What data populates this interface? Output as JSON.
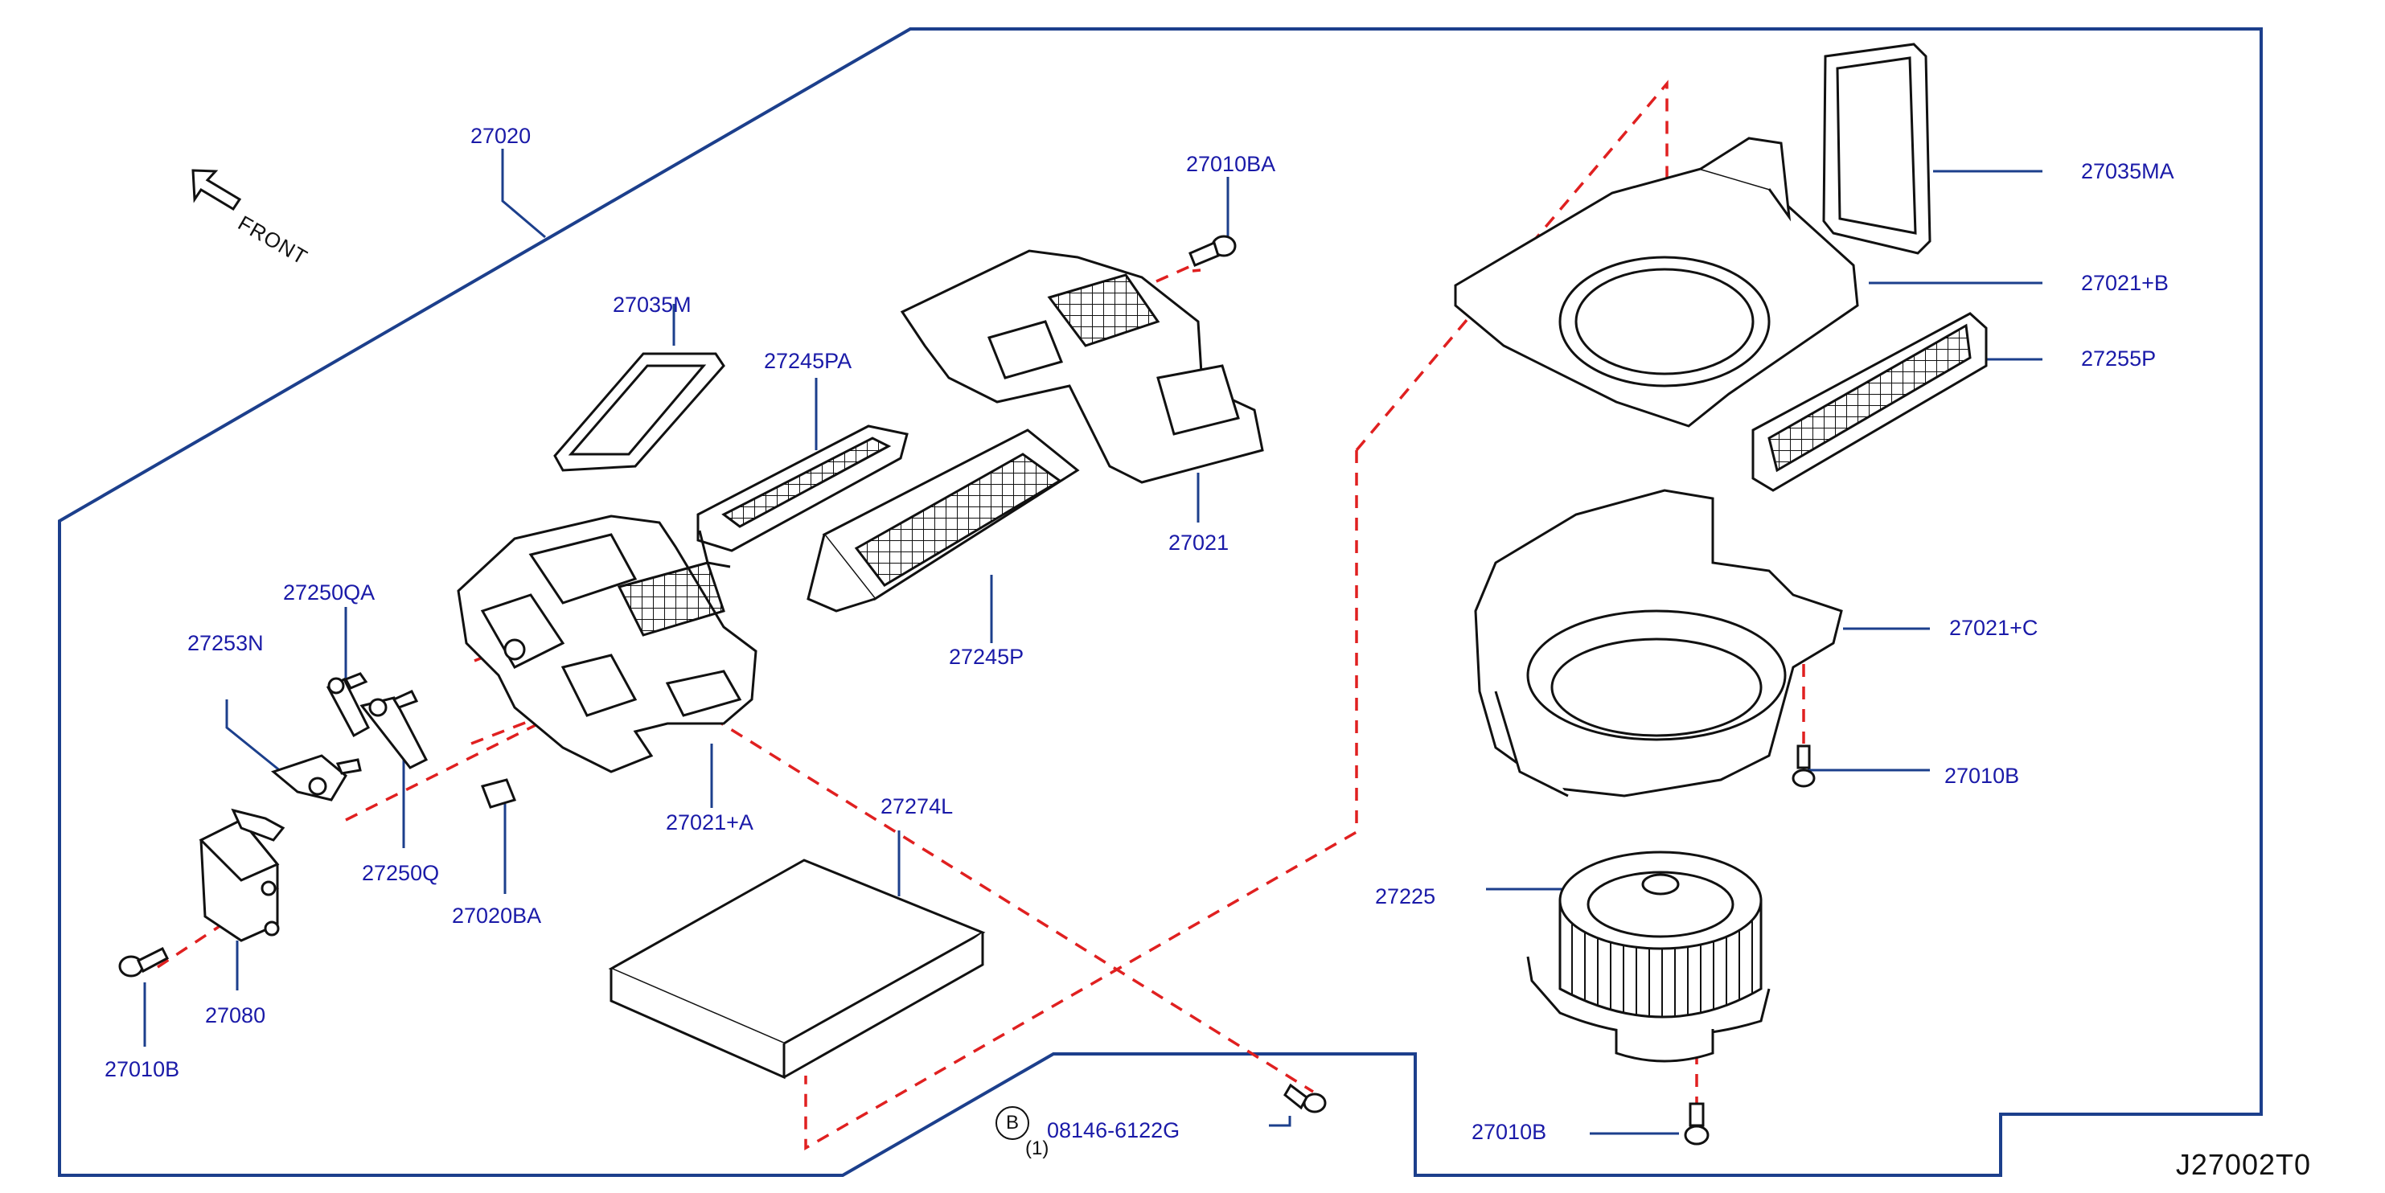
{
  "diagram": {
    "code": "J27002T0",
    "front_label": "FRONT",
    "bolt_marker": "B",
    "bolt_qty": "(1)"
  },
  "colors": {
    "frame": "#1c3f8c",
    "label_text": "#1a1aa8",
    "dashed_line": "#e02020",
    "part_stroke": "#111111"
  },
  "parts": [
    {
      "id": "p27020",
      "code": "27020"
    },
    {
      "id": "p27010BA",
      "code": "27010BA"
    },
    {
      "id": "p27035M",
      "code": "27035M"
    },
    {
      "id": "p27245PA",
      "code": "27245PA"
    },
    {
      "id": "p27021",
      "code": "27021"
    },
    {
      "id": "p27245P",
      "code": "27245P"
    },
    {
      "id": "p27250QA",
      "code": "27250QA"
    },
    {
      "id": "p27253N",
      "code": "27253N"
    },
    {
      "id": "p27250Q",
      "code": "27250Q"
    },
    {
      "id": "p27021A",
      "code": "27021+A"
    },
    {
      "id": "p27020BA",
      "code": "27020BA"
    },
    {
      "id": "p27080",
      "code": "27080"
    },
    {
      "id": "p27010B_l",
      "code": "27010B"
    },
    {
      "id": "p27274L",
      "code": "27274L"
    },
    {
      "id": "p08146",
      "code": "08146-6122G"
    },
    {
      "id": "p27035MA",
      "code": "27035MA"
    },
    {
      "id": "p27021B",
      "code": "27021+B"
    },
    {
      "id": "p27255P",
      "code": "27255P"
    },
    {
      "id": "p27021C",
      "code": "27021+C"
    },
    {
      "id": "p27010B_r",
      "code": "27010B"
    },
    {
      "id": "p27225",
      "code": "27225"
    },
    {
      "id": "p27010B_b",
      "code": "27010B"
    }
  ]
}
